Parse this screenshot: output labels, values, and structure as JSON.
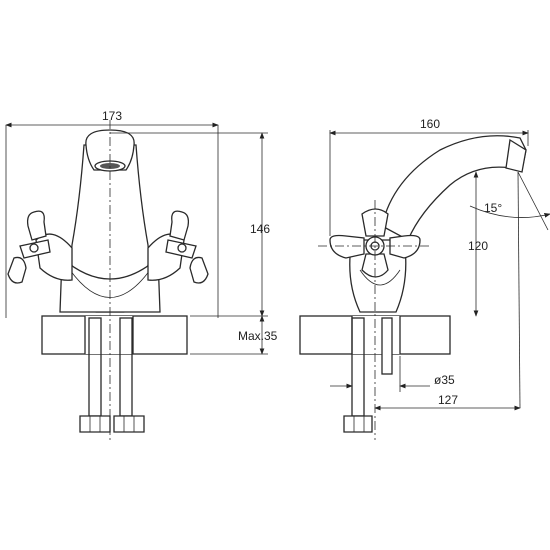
{
  "drawing": {
    "left_view": {
      "width_label": "173",
      "height_label": "146",
      "max_label": "Max.35"
    },
    "right_view": {
      "reach_label": "160",
      "height_label": "120",
      "angle_label": "15°",
      "diameter_label": "ø35",
      "offset_label": "127"
    }
  }
}
